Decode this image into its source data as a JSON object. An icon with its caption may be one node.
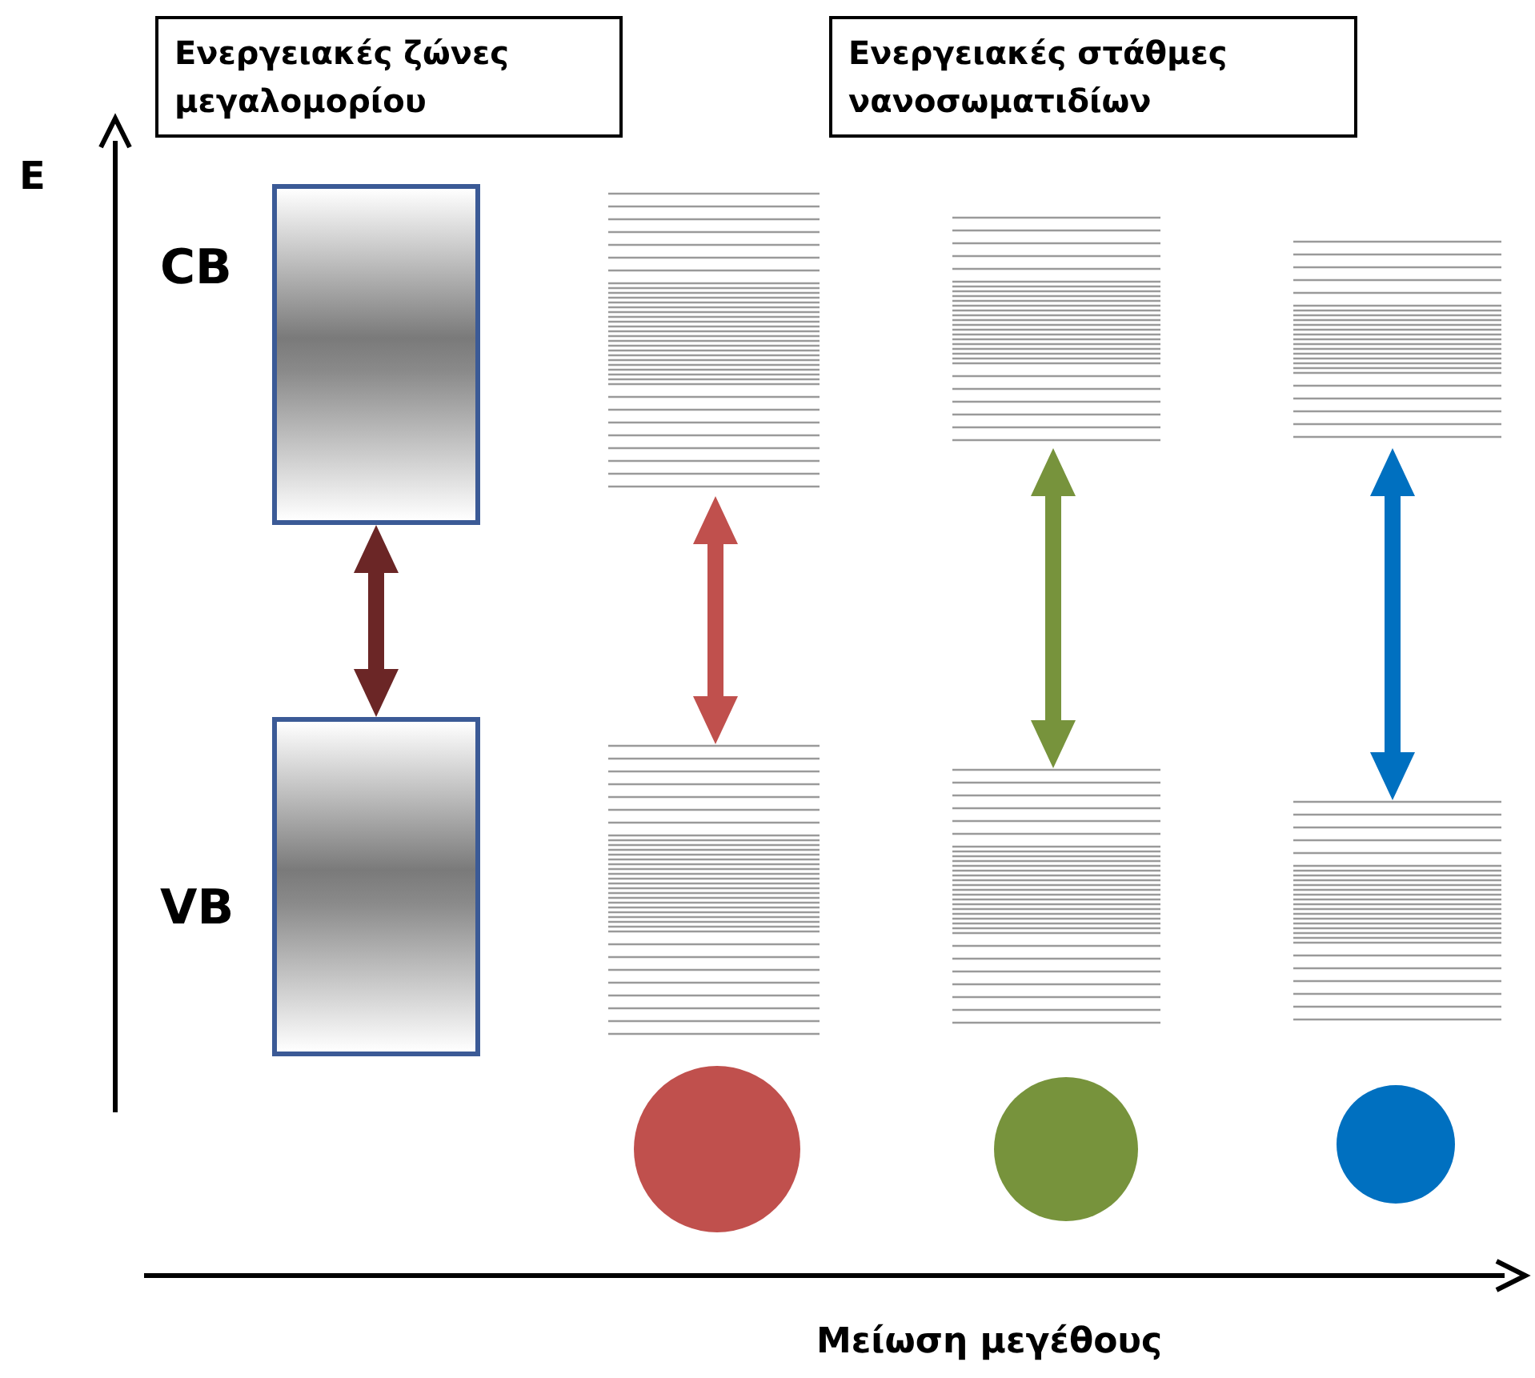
{
  "diagram": {
    "nodes": [
      {
        "text": [
          "Ενεργειακές ζώνες μεγαλομορίου"
        ]
      },
      {
        "text": [
          "Ενεργειακές στάθμες νανοσωματιδίων"
        ]
      },
      {
        "text": [],
        "shape": "box",
        "beside": [
          "CB"
        ]
      },
      {
        "text": [],
        "shape": "bar"
      },
      {
        "text": [],
        "shape": "bar"
      },
      {
        "text": [],
        "shape": "bar"
      },
      {
        "text": [],
        "shape": "box",
        "beside": [
          "VB"
        ]
      },
      {
        "text": [],
        "shape": "bar"
      },
      {
        "text": [],
        "shape": "bar"
      },
      {
        "text": [],
        "shape": "bar"
      },
      {
        "text": [],
        "shape": "circle"
      },
      {
        "text": [],
        "shape": "circle"
      },
      {
        "text": [],
        "shape": "circle"
      }
    ],
    "edges": [
      {
        "from": 2,
        "to": 6,
        "arrow": "both",
        "color": "#6b2626"
      },
      {
        "from": 3,
        "to": 7,
        "arrow": "both",
        "color": "#c0504d"
      },
      {
        "from": 4,
        "to": 8,
        "arrow": "both",
        "color": "#77933c"
      },
      {
        "from": 5,
        "to": 9,
        "arrow": "both",
        "color": "#0070c0"
      }
    ],
    "labels": [
      "E",
      "Μείωση μεγέθους"
    ]
  }
}
